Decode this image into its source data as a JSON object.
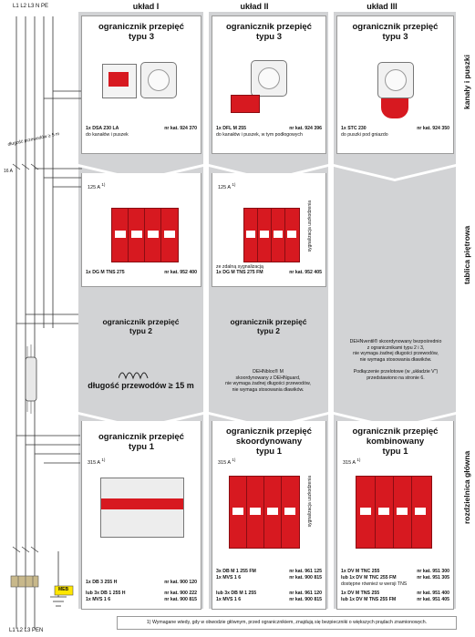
{
  "columns": [
    "układ I",
    "układ II",
    "układ III"
  ],
  "side_labels": [
    "kanały i puszki",
    "tablica piętrowa",
    "rozdzielnica główna"
  ],
  "wires_top": "L1 L2 L3 N PE",
  "wires_bottom": "L1 L2 L3   PEN",
  "wire_length_label": "długość przewodów ≥ 5 m",
  "fuse_label": "16 A",
  "meb_label": "MEB",
  "row1": [
    {
      "title": "ogranicznik przepięć\ntypu 3",
      "product": "1x DSA 230 LA",
      "catalog": "nr kat. 924 370",
      "desc": "do kanałów i puszek"
    },
    {
      "title": "ogranicznik przepięć\ntypu 3",
      "product": "1x DFL M 255",
      "catalog": "nr kat. 924 396",
      "desc": "do kanałów i puszek, w tym podłogowych"
    },
    {
      "title": "ogranicznik przepięć\ntypu 3",
      "product": "1x STC 230",
      "catalog": "nr kat. 924 350",
      "desc": "do puszki pod gniazdo"
    }
  ],
  "row2": [
    {
      "fuse": "125 A",
      "sup": "1)",
      "pre": "",
      "product": "1x DG M TNS 275",
      "catalog": "nr kat. 952 400",
      "subtitle": "ogranicznik przepięć\ntypu 2"
    },
    {
      "fuse": "125 A",
      "sup": "1)",
      "pre": "ze zdalną sygnalizacją",
      "product": "1x DG M TNS 275 FM",
      "catalog": "nr kat. 952 405",
      "subtitle": "ogranicznik przepięć\ntypu 2",
      "signal": "sygnalizacja uszkodzenia"
    }
  ],
  "row2_col3_note": "DEHNventil® skoordynowany bezpośrednio\nz ogranicznikami typu 2 i 3,\nnie wymaga żadnej długości przewodów,\nnie wymaga stosowania dławików.\n\nPodłączenie przelotowe (w „układzie V\")\nprzedstawiono na stronie 6.",
  "middle": {
    "length_label": "długość przewodów ≥ 15 m",
    "dehnbloc_note": "DEHNbloc® M\nskoordynowany z DEHNguard,\nnie wymaga żadnej długości przewodów,\nnie wymaga stosowania dławików."
  },
  "row3": [
    {
      "title": "ogranicznik przepięć\ntypu 1",
      "fuse": "315 A",
      "sup": "1)",
      "lines": [
        [
          "1x DB 3 255 H",
          "nr kat. 900 120"
        ],
        [
          "lub 3x DB 1 255 H",
          "nr kat. 900 222"
        ],
        [
          "1x MVS 1 6",
          "nr kat. 900 815"
        ]
      ]
    },
    {
      "title": "ogranicznik przepięć\nskoordynowany\ntypu 1",
      "fuse": "315 A",
      "sup": "1)",
      "signal": "sygnalizacja uszkodzenia",
      "lines": [
        [
          "3x DB M 1 255 FM",
          "nr kat. 961 125"
        ],
        [
          "1x MVS 1 6",
          "nr kat. 900 815"
        ],
        [
          "lub 3x DB M 1 255",
          "nr kat. 961 120"
        ],
        [
          "1x MVS 1 6",
          "nr kat. 900 815"
        ]
      ]
    },
    {
      "title": "ogranicznik przepięć\nkombinowany\ntypu 1",
      "fuse": "315 A",
      "sup": "1)",
      "lines": [
        [
          "1x DV M TNC 255",
          "nr kat. 951 300"
        ],
        [
          "lub 1x DV M TNC 255 FM",
          "nr kat. 951 305"
        ],
        [
          "dostępne również w wersji TNS",
          ""
        ],
        [
          "1x DV M TNS 255",
          "nr kat. 951 400"
        ],
        [
          "lub 1x DV M TNS 255 FM",
          "nr kat. 951 405"
        ]
      ]
    }
  ],
  "footnote": "1) Wymagane wtedy, gdy w obwodzie głównym, przed ogranicznikiem, znajdują się bezpieczniki o większych prądach znamionowych.",
  "colors": {
    "panel": "#d2d3d5",
    "device": "#d71920",
    "line": "#333333"
  }
}
